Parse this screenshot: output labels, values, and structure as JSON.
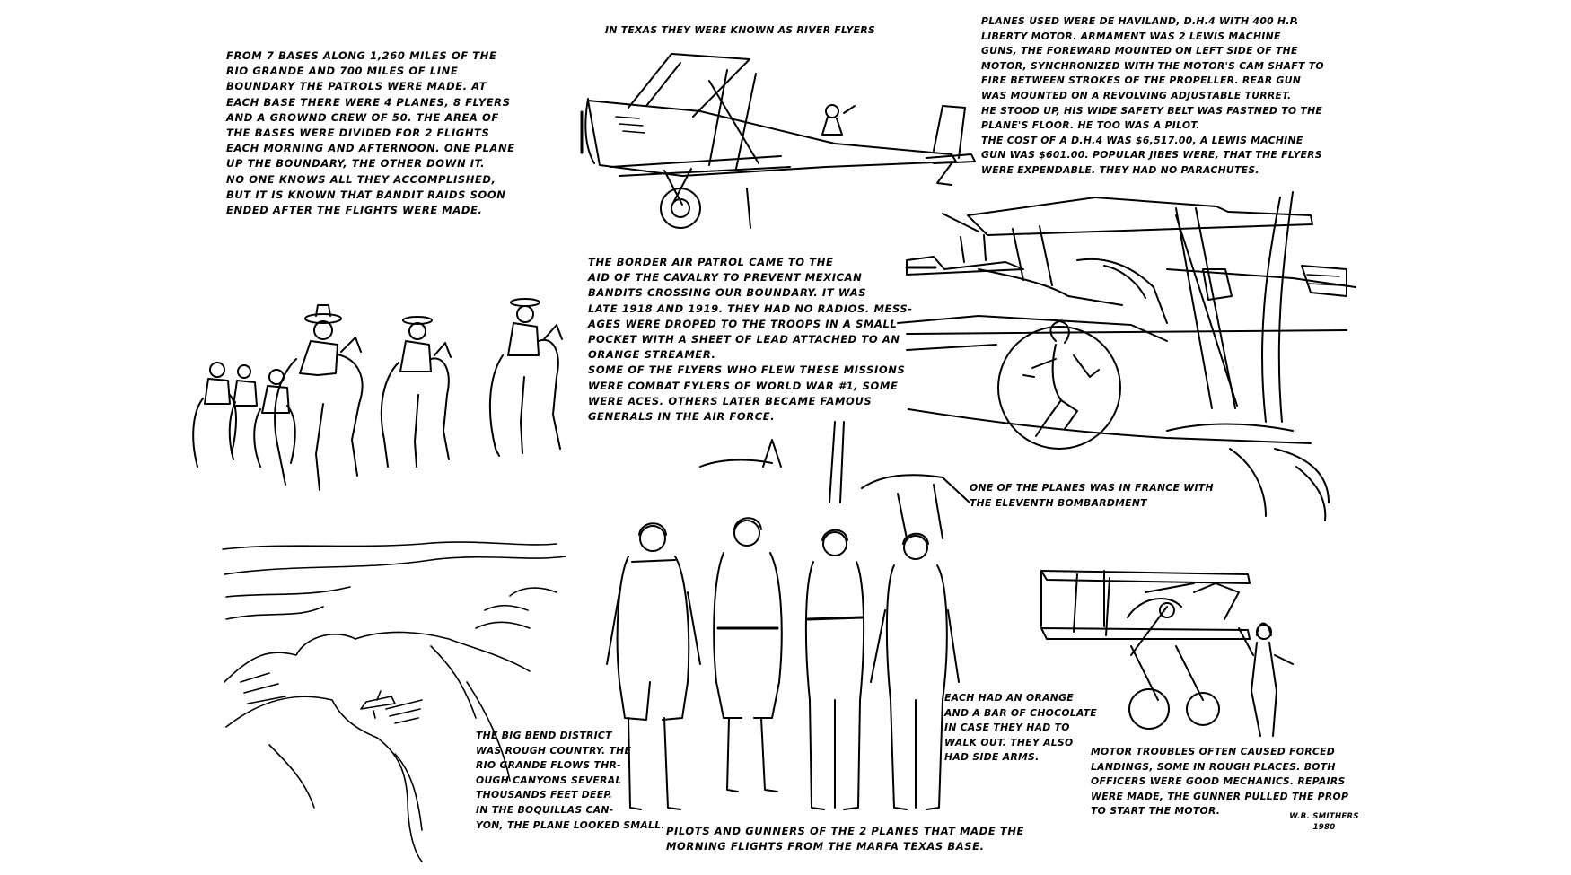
{
  "captions": {
    "bases": "FROM 7 BASES ALONG 1,260 MILES OF THE\nRIO GRANDE AND 700 MILES OF LINE\nBOUNDARY THE PATROLS WERE MADE. AT\nEACH BASE THERE WERE 4 PLANES, 8 FLYERS\nAND A GROWND CREW OF 50. THE AREA OF\nTHE BASES WERE DIVIDED FOR 2 FLIGHTS\nEACH MORNING AND AFTERNOON. ONE PLANE\nUP THE BOUNDARY, THE OTHER DOWN IT.\n  NO ONE KNOWS ALL THEY ACCOMPLISHED,\nBUT IT IS KNOWN THAT BANDIT RAIDS SOON\nENDED AFTER THE FLIGHTS WERE MADE.",
    "river_flyers": "IN TEXAS THEY WERE KNOWN AS RIVER FLYERS",
    "planes_used": "  PLANES USED WERE DE HAVILAND, D.H.4 WITH 400 H.P.\nLIBERTY MOTOR. ARMAMENT WAS 2 LEWIS MACHINE\nGUNS, THE FOREWARD MOUNTED ON LEFT SIDE OF THE\nMOTOR, SYNCHRONIZED WITH THE MOTOR'S CAM SHAFT TO\nFIRE BETWEEN STROKES OF THE PROPELLER. REAR GUN\nWAS MOUNTED ON A REVOLVING ADJUSTABLE TURRET.\nHE STOOD UP, HIS WIDE SAFETY BELT WAS FASTNED TO THE\nPLANE'S FLOOR. HE TOO WAS A PILOT.\n        THE COST OF A D.H.4 WAS $6,517.00, A LEWIS MACHINE\nGUN WAS $601.00. POPULAR JIBES WERE, THAT THE FLYERS\nWERE EXPENDABLE. THEY HAD NO PARACHUTES.",
    "border_patrol": "  THE BORDER AIR PATROL CAME TO THE\nAID OF THE CAVALRY TO PREVENT MEXICAN\nBANDITS CROSSING OUR BOUNDARY. IT WAS\nLATE 1918 AND 1919. THEY HAD NO RADIOS. MESS-\nAGES WERE DROPED TO THE TROOPS IN A SMALL\nPOCKET WITH A SHEET OF LEAD ATTACHED TO AN\nORANGE STREAMER.\n  SOME OF THE FLYERS WHO FLEW THESE MISSIONS\nWERE COMBAT FYLERS OF WORLD WAR #1, SOME\nWERE ACES. OTHERS LATER BECAME FAMOUS\nGENERALS IN THE AIR FORCE.",
    "eleventh": "ONE OF THE PLANES WAS IN FRANCE WITH\nTHE ELEVENTH BOMBARDMENT",
    "big_bend": "THE BIG BEND DISTRICT\nWAS ROUGH COUNTRY. THE\nRIO GRANDE FLOWS THR-\nOUGH CANYONS SEVERAL\nTHOUSANDS FEET DEEP.\nIN THE BOQUILLAS CAN-\nYON, THE PLANE LOOKED SMALL.",
    "orange": "EACH HAD AN ORANGE\nAND A BAR OF CHOCOLATE\nIN CASE THEY HAD TO\nWALK OUT. THEY ALSO\nHAD SIDE ARMS.",
    "motor_troubles": "  MOTOR TROUBLES OFTEN CAUSED FORCED\nLANDINGS, SOME IN ROUGH PLACES. BOTH\nOFFICERS WERE GOOD MECHANICS. REPAIRS\nWERE MADE, THE GUNNER PULLED THE PROP\nTO START THE MOTOR.",
    "pilots": "  PILOTS AND GUNNERS OF THE 2 PLANES THAT MADE THE\nMORNING FLIGHTS FROM THE MARFA TEXAS BASE.",
    "signature": "W.B. SMITHERS\n1980"
  },
  "illustrations": {
    "biplane_top": "biplane-side-view",
    "biplane_large": "biplane-gunner-closeup",
    "cavalry": "cavalry-riders",
    "canyon": "canyon-landscape",
    "aviators": "four-aviators-group",
    "mechanic_plane": "mechanic-propeller-plane"
  },
  "colors": {
    "ink": "#000000",
    "paper": "#ffffff"
  }
}
